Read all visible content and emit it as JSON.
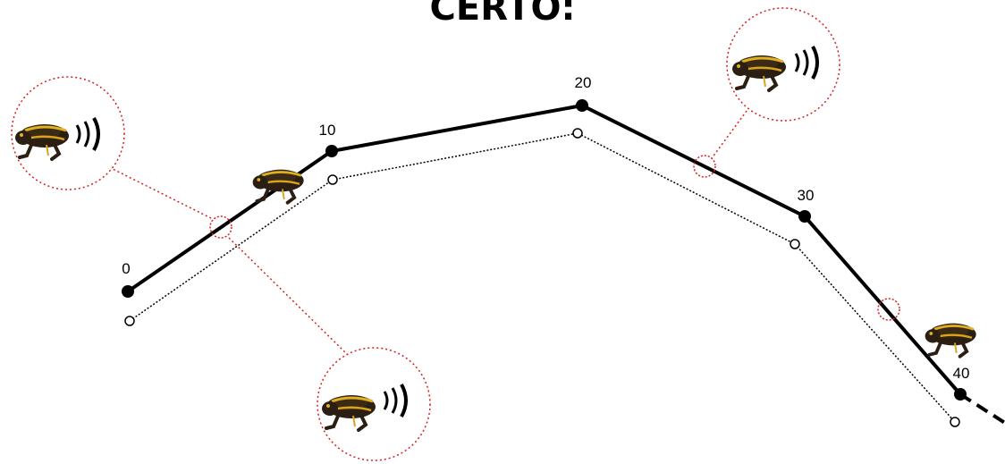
{
  "title": "CERTO:",
  "markers": [
    {
      "label": "0"
    },
    {
      "label": "10"
    },
    {
      "label": "20"
    },
    {
      "label": "30"
    },
    {
      "label": "40"
    }
  ],
  "colors": {
    "path": "#000000",
    "callout": "#d62020",
    "frog_body": "#2a1f12",
    "frog_stripe": "#e0b020"
  },
  "icons": {
    "frog": "calling-frog-icon",
    "sound": "sound-waves-icon"
  }
}
